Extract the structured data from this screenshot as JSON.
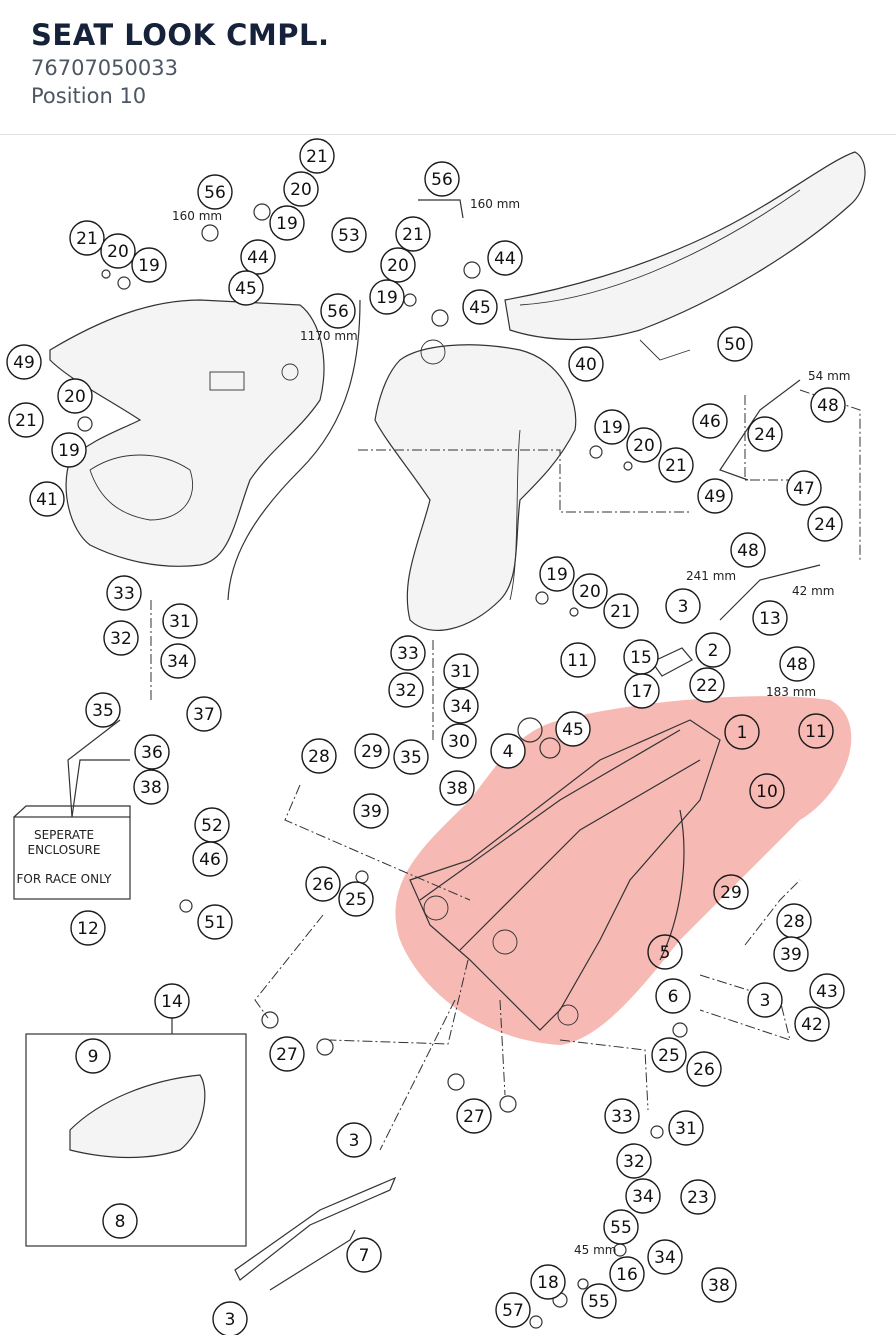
{
  "header": {
    "title": "SEAT LOOK CMPL.",
    "part_number": "76707050033",
    "position": "Position 10"
  },
  "highlight_color": "#f28b82",
  "callouts": [
    {
      "label": "21",
      "hl": false
    },
    {
      "label": "20",
      "hl": false
    },
    {
      "label": "56",
      "hl": false
    },
    {
      "label": "19",
      "hl": false
    },
    {
      "label": "21",
      "hl": false
    },
    {
      "label": "20",
      "hl": false
    },
    {
      "label": "19",
      "hl": false
    },
    {
      "label": "44",
      "hl": false
    },
    {
      "label": "45",
      "hl": false
    },
    {
      "label": "49",
      "hl": false
    },
    {
      "label": "20",
      "hl": false
    },
    {
      "label": "21",
      "hl": false
    },
    {
      "label": "19",
      "hl": false
    },
    {
      "label": "41",
      "hl": false
    },
    {
      "label": "56",
      "hl": false
    },
    {
      "label": "53",
      "hl": false
    },
    {
      "label": "21",
      "hl": false
    },
    {
      "label": "20",
      "hl": false
    },
    {
      "label": "44",
      "hl": false
    },
    {
      "label": "19",
      "hl": false
    },
    {
      "label": "45",
      "hl": false
    },
    {
      "label": "56",
      "hl": false
    },
    {
      "label": "40",
      "hl": false
    },
    {
      "label": "50",
      "hl": false
    },
    {
      "label": "48",
      "hl": false
    },
    {
      "label": "46",
      "hl": false
    },
    {
      "label": "24",
      "hl": false
    },
    {
      "label": "47",
      "hl": false
    },
    {
      "label": "24",
      "hl": false
    },
    {
      "label": "19",
      "hl": false
    },
    {
      "label": "20",
      "hl": false
    },
    {
      "label": "21",
      "hl": false
    },
    {
      "label": "49",
      "hl": false
    },
    {
      "label": "48",
      "hl": false
    },
    {
      "label": "13",
      "hl": false
    },
    {
      "label": "48",
      "hl": false
    },
    {
      "label": "19",
      "hl": false
    },
    {
      "label": "20",
      "hl": false
    },
    {
      "label": "21",
      "hl": false
    },
    {
      "label": "3",
      "hl": false
    },
    {
      "label": "2",
      "hl": false
    },
    {
      "label": "15",
      "hl": false
    },
    {
      "label": "17",
      "hl": false
    },
    {
      "label": "22",
      "hl": false
    },
    {
      "label": "11",
      "hl": false
    },
    {
      "label": "33",
      "hl": false
    },
    {
      "label": "31",
      "hl": false
    },
    {
      "label": "32",
      "hl": false
    },
    {
      "label": "34",
      "hl": false
    },
    {
      "label": "33",
      "hl": false
    },
    {
      "label": "31",
      "hl": false
    },
    {
      "label": "32",
      "hl": false
    },
    {
      "label": "34",
      "hl": false
    },
    {
      "label": "30",
      "hl": false
    },
    {
      "label": "35",
      "hl": false
    },
    {
      "label": "38",
      "hl": false
    },
    {
      "label": "35",
      "hl": false
    },
    {
      "label": "37",
      "hl": false
    },
    {
      "label": "36",
      "hl": false
    },
    {
      "label": "38",
      "hl": false
    },
    {
      "label": "45",
      "hl": false
    },
    {
      "label": "4",
      "hl": false
    },
    {
      "label": "1",
      "hl": true
    },
    {
      "label": "11",
      "hl": true
    },
    {
      "label": "10",
      "hl": true
    },
    {
      "label": "28",
      "hl": false
    },
    {
      "label": "29",
      "hl": false
    },
    {
      "label": "39",
      "hl": false
    },
    {
      "label": "52",
      "hl": false
    },
    {
      "label": "46",
      "hl": false
    },
    {
      "label": "26",
      "hl": false
    },
    {
      "label": "25",
      "hl": false
    },
    {
      "label": "12",
      "hl": false
    },
    {
      "label": "51",
      "hl": false
    },
    {
      "label": "29",
      "hl": true
    },
    {
      "label": "28",
      "hl": false
    },
    {
      "label": "39",
      "hl": false
    },
    {
      "label": "5",
      "hl": true
    },
    {
      "label": "6",
      "hl": false
    },
    {
      "label": "43",
      "hl": false
    },
    {
      "label": "3",
      "hl": false
    },
    {
      "label": "42",
      "hl": false
    },
    {
      "label": "14",
      "hl": false
    },
    {
      "label": "9",
      "hl": false
    },
    {
      "label": "27",
      "hl": false
    },
    {
      "label": "25",
      "hl": false
    },
    {
      "label": "26",
      "hl": false
    },
    {
      "label": "27",
      "hl": false
    },
    {
      "label": "33",
      "hl": false
    },
    {
      "label": "31",
      "hl": false
    },
    {
      "label": "32",
      "hl": false
    },
    {
      "label": "34",
      "hl": false
    },
    {
      "label": "23",
      "hl": false
    },
    {
      "label": "3",
      "hl": false
    },
    {
      "label": "8",
      "hl": false
    },
    {
      "label": "55",
      "hl": false
    },
    {
      "label": "34",
      "hl": false
    },
    {
      "label": "16",
      "hl": false
    },
    {
      "label": "38",
      "hl": false
    },
    {
      "label": "18",
      "hl": false
    },
    {
      "label": "55",
      "hl": false
    },
    {
      "label": "7",
      "hl": false
    },
    {
      "label": "3",
      "hl": false
    },
    {
      "label": "57",
      "hl": false
    }
  ],
  "dimensions": [
    "160 mm",
    "160 mm",
    "1170 mm",
    "54 mm",
    "241 mm",
    "42 mm",
    "183 mm",
    "45 mm"
  ],
  "race_box": {
    "line1": "SEPERATE",
    "line2": "ENCLOSURE",
    "line3": "FOR RACE ONLY"
  }
}
